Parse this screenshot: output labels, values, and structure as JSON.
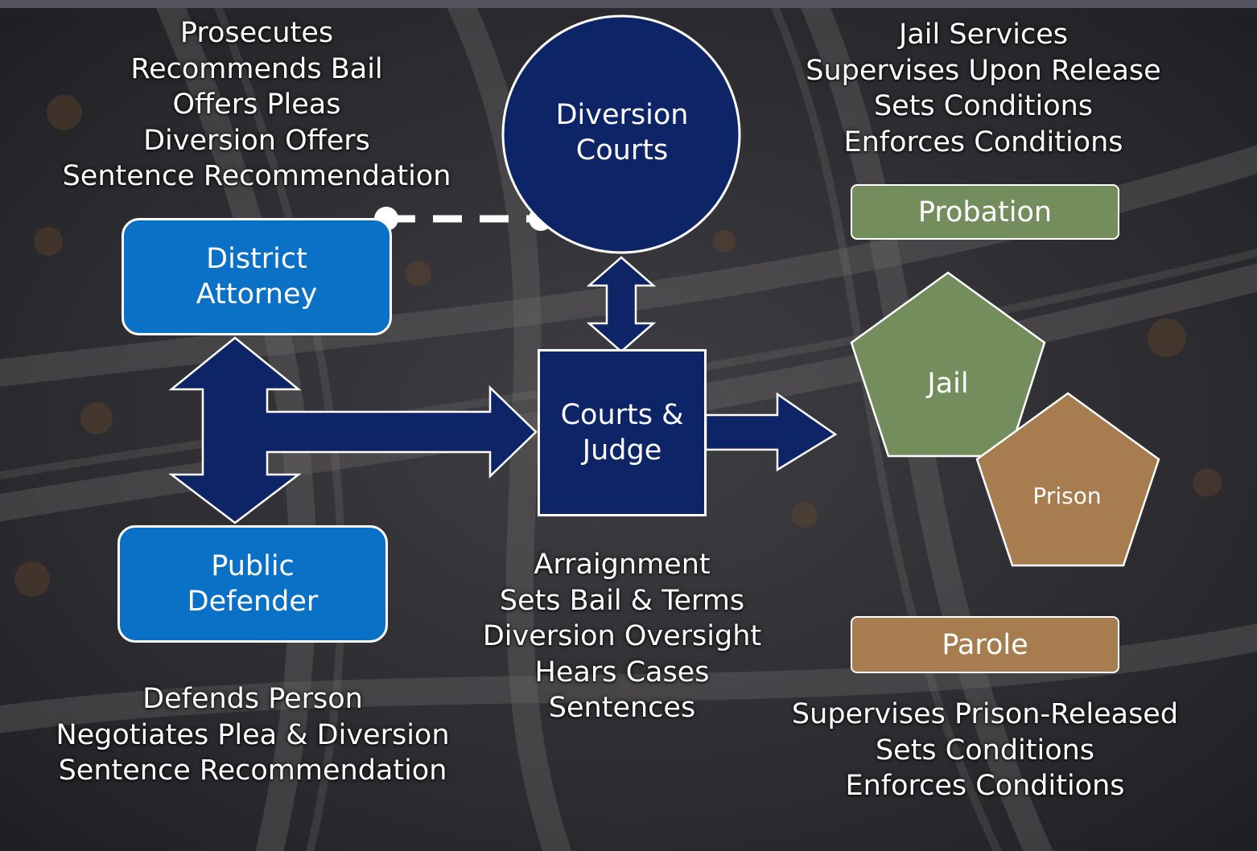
{
  "nodes": {
    "district_attorney": {
      "line1": "District",
      "line2": "Attorney"
    },
    "public_defender": {
      "line1": "Public",
      "line2": "Defender"
    },
    "diversion_courts": {
      "line1": "Diversion",
      "line2": "Courts"
    },
    "courts_judge": {
      "line1": "Courts &",
      "line2": "Judge"
    },
    "probation": "Probation",
    "parole": "Parole",
    "jail": "Jail",
    "prison": "Prison"
  },
  "notes": {
    "district_attorney": [
      "Prosecutes",
      "Recommends Bail",
      "Offers Pleas",
      "Diversion Offers",
      "Sentence Recommendation"
    ],
    "public_defender": [
      "Defends Person",
      "Negotiates Plea & Diversion",
      "Sentence Recommendation"
    ],
    "courts_judge": [
      "Arraignment",
      "Sets Bail & Terms",
      "Diversion Oversight",
      "Hears Cases",
      "Sentences"
    ],
    "probation": [
      "Jail Services",
      "Supervises Upon Release",
      "Sets Conditions",
      "Enforces Conditions"
    ],
    "parole": [
      "Supervises Prison-Released",
      "Sets Conditions",
      "Enforces Conditions"
    ]
  },
  "colors": {
    "attorney_blue": "#0a71c6",
    "court_navy": "#0d2466",
    "probation_green": "#738d5c",
    "parole_brown": "#a77d50",
    "text": "#ffffff"
  }
}
